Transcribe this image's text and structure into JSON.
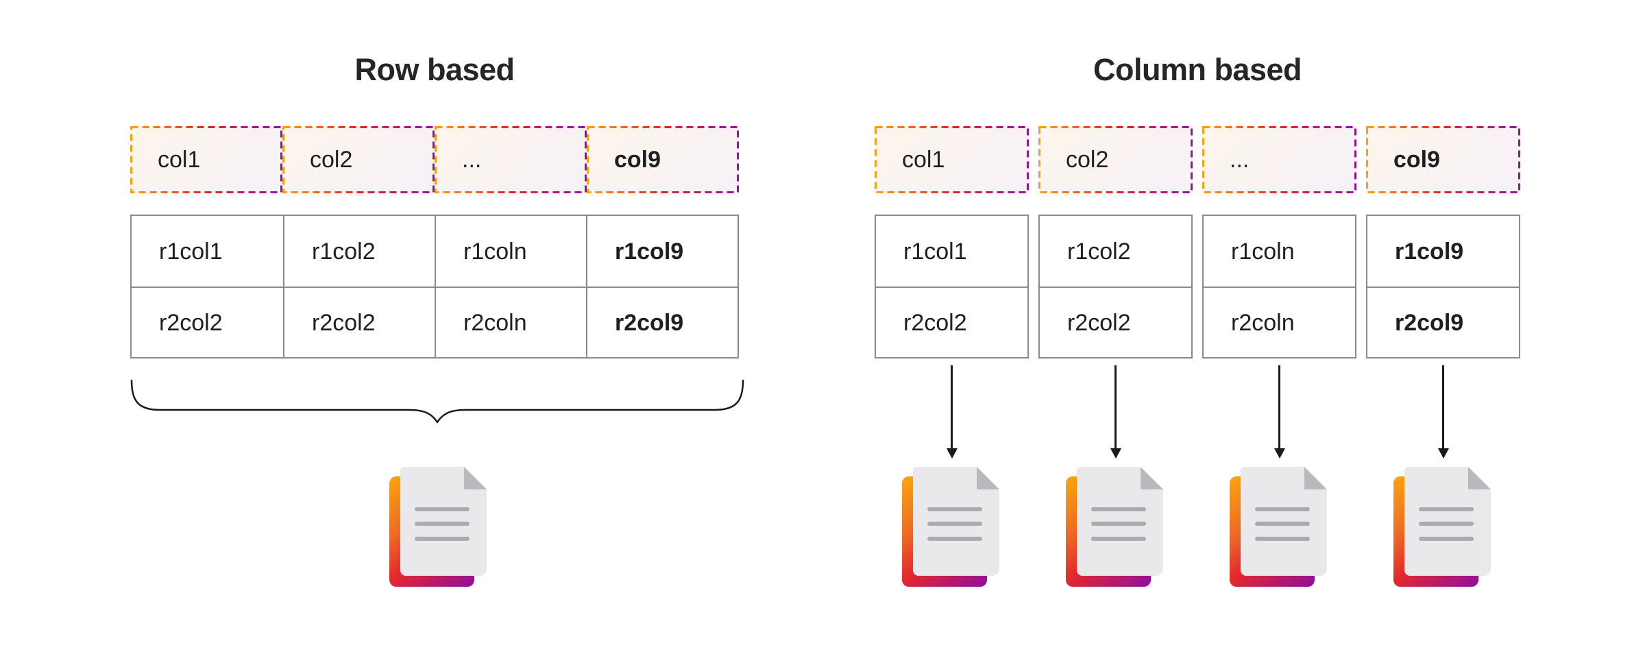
{
  "left": {
    "title": "Row based",
    "header": [
      "col1",
      "col2",
      "...",
      "col9"
    ],
    "rows": [
      [
        "r1col1",
        "r1col2",
        "r1coln",
        "r1col9"
      ],
      [
        "r2col2",
        "r2col2",
        "r2coln",
        "r2col9"
      ]
    ]
  },
  "right": {
    "title": "Column based",
    "header": [
      "col1",
      "col2",
      "...",
      "col9"
    ],
    "columns": [
      [
        "r1col1",
        "r2col2"
      ],
      [
        "r1col2",
        "r2col2"
      ],
      [
        "r1coln",
        "r2coln"
      ],
      [
        "r1col9",
        "r2col9"
      ]
    ]
  },
  "theme": {
    "background": "#FFFFFF",
    "text_color": "#1F1F21",
    "table_border_color": "#8A8A8C",
    "connector_color": "#1A1A1A",
    "dash_gradient": [
      "#F6A017",
      "#DE232E",
      "#8D169C"
    ],
    "header_cell_bg": [
      "#FCF6EC",
      "#F7F0F8"
    ],
    "doc_gradient": [
      "#F9A80C",
      "#EF6A25",
      "#E3282E",
      "#8D0F9E"
    ],
    "doc_paper": "#E9E9EB",
    "doc_fold": "#B9B9BD",
    "doc_line": "#ABABAF"
  }
}
